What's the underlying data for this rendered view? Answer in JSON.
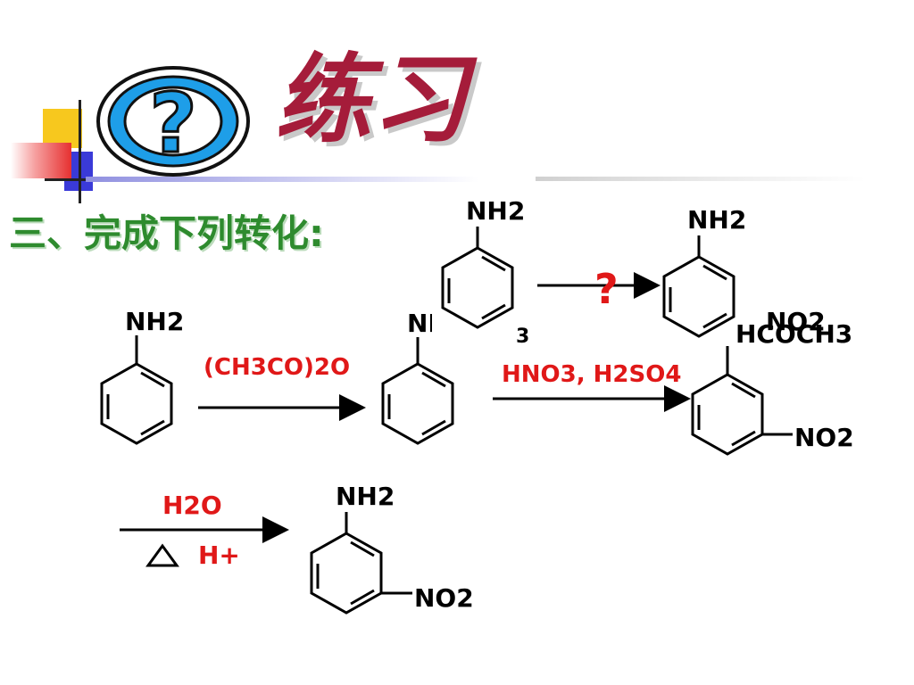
{
  "title": "练习",
  "subtitle": "三、完成下列转化:",
  "question_mark": "?",
  "reagents": {
    "step1": "(CH3CO)2O",
    "step2_question": "?",
    "step3": "HNO3, H2SO4",
    "step4_top": "H2O",
    "step4_bottom": "H+"
  },
  "molecules": {
    "aniline_top_label": "NH2",
    "acetanilide_top_label": "NH",
    "acetanilide_overlay_top": "NH2",
    "acetanilide_overlay_tail": "3",
    "target_top_label": "NH2",
    "target_side_label": "NO2",
    "nitro_acetanilide_top_label": "HCOCH3",
    "nitro_acetanilide_side_label": "NO2",
    "product_top_label": "NH2",
    "product_side_label": "NO2"
  },
  "colors": {
    "title": "#a51c3a",
    "subtitle": "#2e8b2e",
    "reagent": "#e01818",
    "question_icon": "#1e9ee8"
  }
}
